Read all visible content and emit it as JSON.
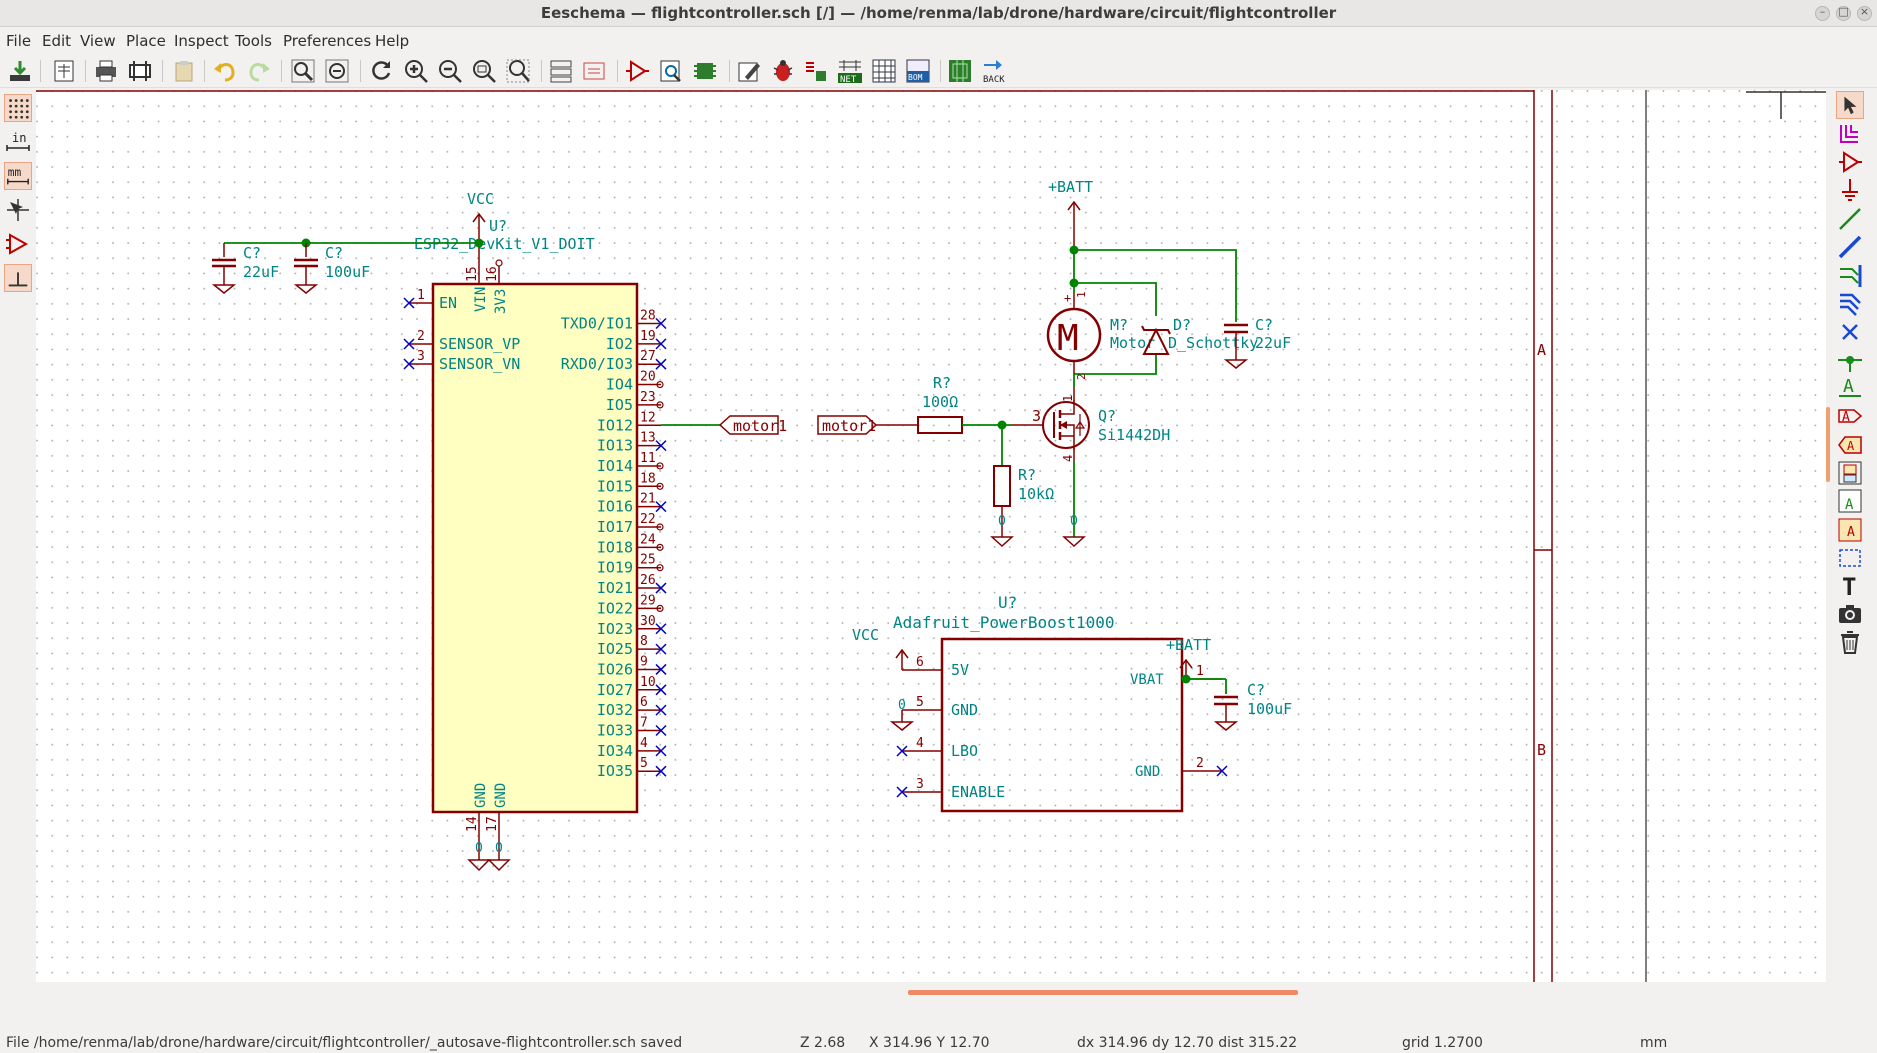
{
  "window": {
    "title": "Eeschema — flightcontroller.sch [/] — /home/renma/lab/drone/hardware/circuit/flightcontroller",
    "minimize_glyph": "–",
    "maximize_glyph": "□",
    "close_glyph": "×"
  },
  "menu": [
    "File",
    "Edit",
    "View",
    "Place",
    "Inspect",
    "Tools",
    "Preferences",
    "Help"
  ],
  "toolbar": {
    "icons": [
      "save-icon",
      "page-settings-icon",
      "print-icon",
      "plot-icon",
      "paste-icon",
      "undo-icon",
      "redo-icon",
      "find-icon",
      "find-replace-icon",
      "redraw-icon",
      "zoom-in-icon",
      "zoom-out-icon",
      "zoom-fit-icon",
      "zoom-selection-icon",
      "hierarchy-navigator-icon",
      "leave-sheet-icon",
      "symbol-editor-icon",
      "symbol-browser-icon",
      "footprint-editor-icon",
      "annotate-icon",
      "erc-icon",
      "assign-footprints-icon",
      "netlist-icon",
      "bus-definitions-icon",
      "bom-icon",
      "pcbnew-icon",
      "back-annotate-icon"
    ],
    "net_label": "NET",
    "bom_label": "BOM",
    "back_label": "BACK"
  },
  "left_toolbar": {
    "items": [
      "grid-icon",
      "units-inch-icon",
      "units-mm-icon",
      "cursor-shape-icon",
      "hidden-pins-icon",
      "wire-45-icon"
    ],
    "in_label": "in",
    "mm_label": "mm"
  },
  "right_toolbar": {
    "items": [
      "select-icon",
      "highlight-net-icon",
      "add-symbol-icon",
      "add-power-icon",
      "add-wire-icon",
      "add-bus-icon",
      "wire-entry-icon",
      "bus-entry-icon",
      "no-connect-icon",
      "junction-icon",
      "net-label-icon",
      "global-label-icon",
      "hier-label-icon",
      "hier-sheet-icon",
      "import-sheet-pin-icon",
      "add-sheet-pin-icon",
      "graphic-line-icon",
      "text-icon",
      "image-icon",
      "delete-icon"
    ],
    "text_glyph": "T",
    "label_glyph": "A"
  },
  "schematic": {
    "colors": {
      "wire": "#008400",
      "symbol": "#840000",
      "text": "#008484",
      "noconnect": "#0000c2",
      "junction": "#008400"
    },
    "border_zone_a": "A",
    "border_zone_b": "B",
    "u_esp": {
      "ref": "U?",
      "value": "ESP32_DevKit_V1_DOIT"
    },
    "esp_left_pins": [
      {
        "num": "1",
        "name": "EN"
      },
      {
        "num": "2",
        "name": "SENSOR_VP"
      },
      {
        "num": "3",
        "name": "SENSOR_VN"
      }
    ],
    "esp_top_pins": [
      {
        "num": "15",
        "name": "VIN"
      },
      {
        "num": "16",
        "name": "3V3"
      }
    ],
    "esp_bottom_pins": [
      {
        "num": "14",
        "name": "GND"
      },
      {
        "num": "17",
        "name": "GND"
      }
    ],
    "esp_right_pins": [
      {
        "num": "28",
        "name": "TXD0/IO1"
      },
      {
        "num": "19",
        "name": "IO2"
      },
      {
        "num": "27",
        "name": "RXD0/IO3"
      },
      {
        "num": "20",
        "name": "IO4"
      },
      {
        "num": "23",
        "name": "IO5"
      },
      {
        "num": "12",
        "name": "IO12"
      },
      {
        "num": "13",
        "name": "IO13"
      },
      {
        "num": "11",
        "name": "IO14"
      },
      {
        "num": "18",
        "name": "IO15"
      },
      {
        "num": "21",
        "name": "IO16"
      },
      {
        "num": "22",
        "name": "IO17"
      },
      {
        "num": "24",
        "name": "IO18"
      },
      {
        "num": "25",
        "name": "IO19"
      },
      {
        "num": "26",
        "name": "IO21"
      },
      {
        "num": "29",
        "name": "IO22"
      },
      {
        "num": "30",
        "name": "IO23"
      },
      {
        "num": "8",
        "name": "IO25"
      },
      {
        "num": "9",
        "name": "IO26"
      },
      {
        "num": "10",
        "name": "IO27"
      },
      {
        "num": "6",
        "name": "IO32"
      },
      {
        "num": "7",
        "name": "IO33"
      },
      {
        "num": "4",
        "name": "IO34"
      },
      {
        "num": "5",
        "name": "IO35"
      }
    ],
    "vcc_label": "VCC",
    "gnd_zero": "0",
    "c1": {
      "ref": "C?",
      "value": "22uF"
    },
    "c2": {
      "ref": "C?",
      "value": "100uF"
    },
    "motor_label": "motor1",
    "batt_label": "+BATT",
    "r1": {
      "ref": "R?",
      "value": "100Ω"
    },
    "r2": {
      "ref": "R?",
      "value": "10kΩ"
    },
    "q1": {
      "ref": "Q?",
      "value": "Si1442DH",
      "pin_g": "3",
      "pin_d": "1",
      "pin_s": "4"
    },
    "m1": {
      "ref": "M?",
      "value": "Motor",
      "glyph": "M",
      "plus": "+",
      "pin1": "1",
      "pin2": "2"
    },
    "d1": {
      "ref": "D?",
      "value": "D_Schottky"
    },
    "c3": {
      "ref": "C?",
      "value": "22uF"
    },
    "u_pb": {
      "ref": "U?",
      "value": "Adafruit_PowerBoost1000"
    },
    "pb_left_pins": [
      {
        "num": "6",
        "name": "5V"
      },
      {
        "num": "5",
        "name": "GND"
      },
      {
        "num": "4",
        "name": "LBO"
      },
      {
        "num": "3",
        "name": "ENABLE"
      }
    ],
    "pb_right_pins": [
      {
        "num": "1",
        "name": "VBAT"
      },
      {
        "num": "2",
        "name": "GND"
      }
    ],
    "c4": {
      "ref": "C?",
      "value": "100uF"
    }
  },
  "status": {
    "message": "File /home/renma/lab/drone/hardware/circuit/flightcontroller/_autosave-flightcontroller.sch saved",
    "zoom": "Z 2.68",
    "coords": "X 314.96  Y 12.70",
    "delta": "dx 314.96  dy 12.70  dist 315.22",
    "grid": "grid 1.2700",
    "units": "mm"
  }
}
